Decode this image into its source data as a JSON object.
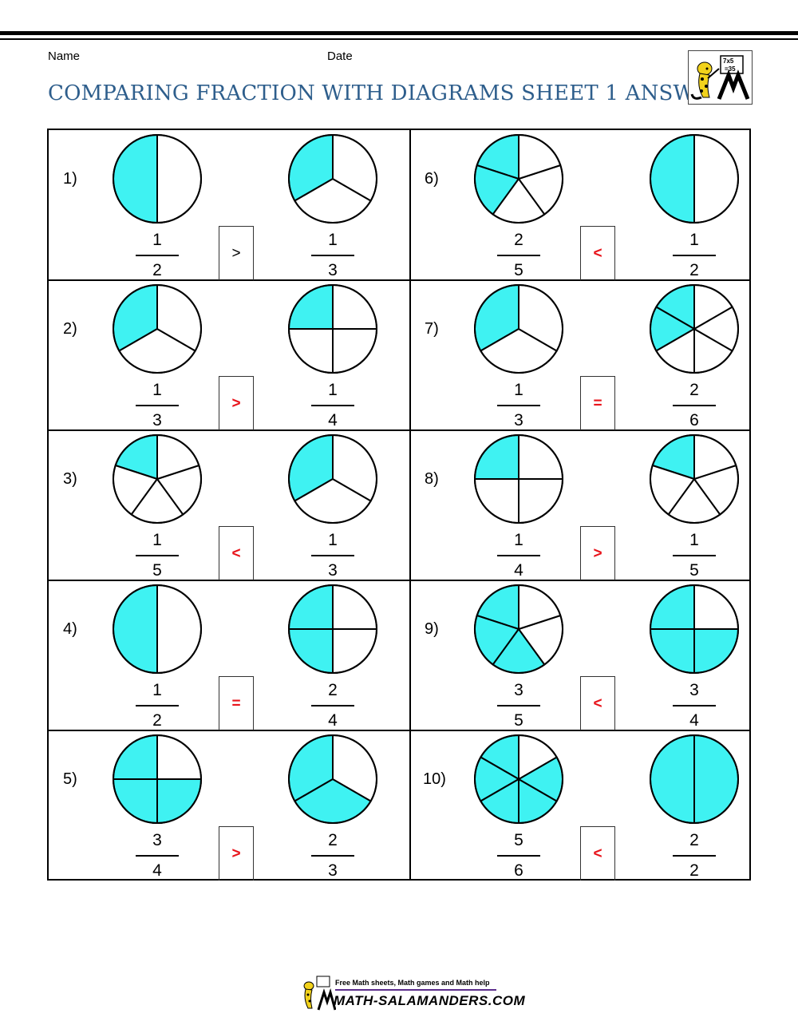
{
  "header": {
    "name_label": "Name",
    "date_label": "Date",
    "title": "COMPARING FRACTION WITH DIAGRAMS SHEET 1 ANSWERS"
  },
  "colors": {
    "fill": "#3ff2f2",
    "title": "#2e5e8c",
    "answer": "#e8141b"
  },
  "questions": [
    {
      "label": "1)",
      "left": {
        "num": "1",
        "den": "2",
        "n": 1,
        "d": 2
      },
      "right": {
        "num": "1",
        "den": "3",
        "n": 1,
        "d": 3
      },
      "symbol": ">",
      "symbol_color": "black"
    },
    {
      "label": "2)",
      "left": {
        "num": "1",
        "den": "3",
        "n": 1,
        "d": 3
      },
      "right": {
        "num": "1",
        "den": "4",
        "n": 1,
        "d": 4
      },
      "symbol": ">",
      "symbol_color": "red"
    },
    {
      "label": "3)",
      "left": {
        "num": "1",
        "den": "5",
        "n": 1,
        "d": 5
      },
      "right": {
        "num": "1",
        "den": "3",
        "n": 1,
        "d": 3
      },
      "symbol": "<",
      "symbol_color": "red"
    },
    {
      "label": "4)",
      "left": {
        "num": "1",
        "den": "2",
        "n": 1,
        "d": 2
      },
      "right": {
        "num": "2",
        "den": "4",
        "n": 2,
        "d": 4
      },
      "symbol": "=",
      "symbol_color": "red"
    },
    {
      "label": "5)",
      "left": {
        "num": "3",
        "den": "4",
        "n": 3,
        "d": 4
      },
      "right": {
        "num": "2",
        "den": "3",
        "n": 2,
        "d": 3
      },
      "symbol": ">",
      "symbol_color": "red"
    },
    {
      "label": "6)",
      "left": {
        "num": "2",
        "den": "5",
        "n": 2,
        "d": 5
      },
      "right": {
        "num": "1",
        "den": "2",
        "n": 1,
        "d": 2
      },
      "symbol": "<",
      "symbol_color": "red"
    },
    {
      "label": "7)",
      "left": {
        "num": "1",
        "den": "3",
        "n": 1,
        "d": 3
      },
      "right": {
        "num": "2",
        "den": "6",
        "n": 2,
        "d": 6
      },
      "symbol": "=",
      "symbol_color": "red"
    },
    {
      "label": "8)",
      "left": {
        "num": "1",
        "den": "4",
        "n": 1,
        "d": 4
      },
      "right": {
        "num": "1",
        "den": "5",
        "n": 1,
        "d": 5
      },
      "symbol": ">",
      "symbol_color": "red"
    },
    {
      "label": "9)",
      "left": {
        "num": "3",
        "den": "5",
        "n": 3,
        "d": 5
      },
      "right": {
        "num": "3",
        "den": "4",
        "n": 3,
        "d": 4
      },
      "symbol": "<",
      "symbol_color": "red"
    },
    {
      "label": "10)",
      "left": {
        "num": "5",
        "den": "6",
        "n": 5,
        "d": 6
      },
      "right": {
        "num": "2",
        "den": "2",
        "n": 2,
        "d": 2
      },
      "symbol": "<",
      "symbol_color": "red"
    }
  ],
  "footer": {
    "tagline": "Free Math sheets, Math games and Math help",
    "brand": "MATH-SALAMANDERS.COM"
  }
}
